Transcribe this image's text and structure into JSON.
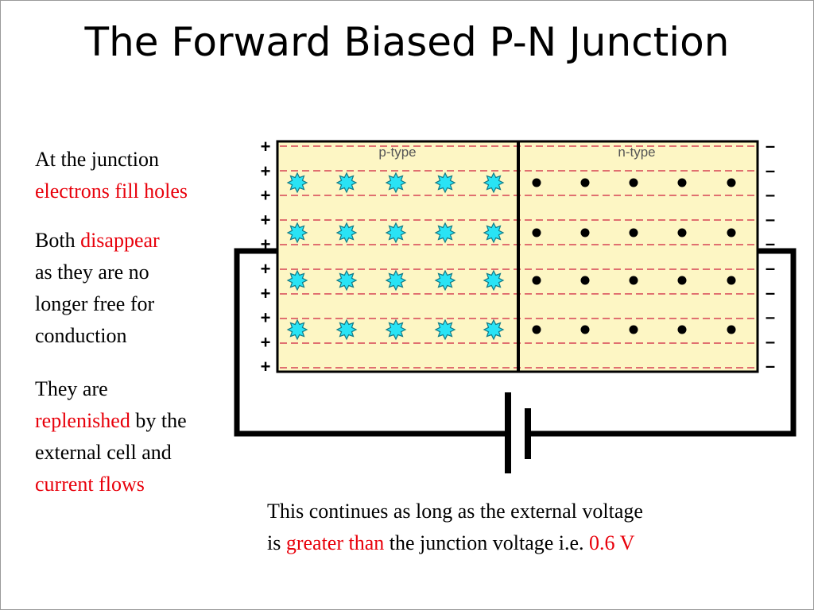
{
  "title": "The Forward Biased P-N Junction",
  "diagram": {
    "p_label": "p-type",
    "n_label": "n-type",
    "plus_sign": "+",
    "minus_sign": "–",
    "hole_icon": "star-icon",
    "electron_icon": "dot-icon",
    "colors": {
      "region_fill": "#fdf6c4",
      "dashed_lines": "#e07070",
      "holes": "#29e3f5",
      "electrons": "#000000",
      "highlight_text": "#e8000b"
    }
  },
  "text": {
    "block1": {
      "line1": "At the junction",
      "line2": "electrons fill holes"
    },
    "block2": {
      "prefix": "Both",
      "highlight": "disappear",
      "line2": "as they are no",
      "line3": "longer free for",
      "line4": "conduction"
    },
    "block3": {
      "line1": "They are",
      "highlight1": "replenished",
      "rest1": "by the",
      "line3": "external cell and",
      "highlight2": "current flows"
    },
    "bottom": {
      "line1": "This continues as long as the external voltage",
      "prefix": "is",
      "highlight1": "greater than",
      "middle": "the junction voltage i.e.",
      "highlight2": "0.6 V"
    }
  }
}
